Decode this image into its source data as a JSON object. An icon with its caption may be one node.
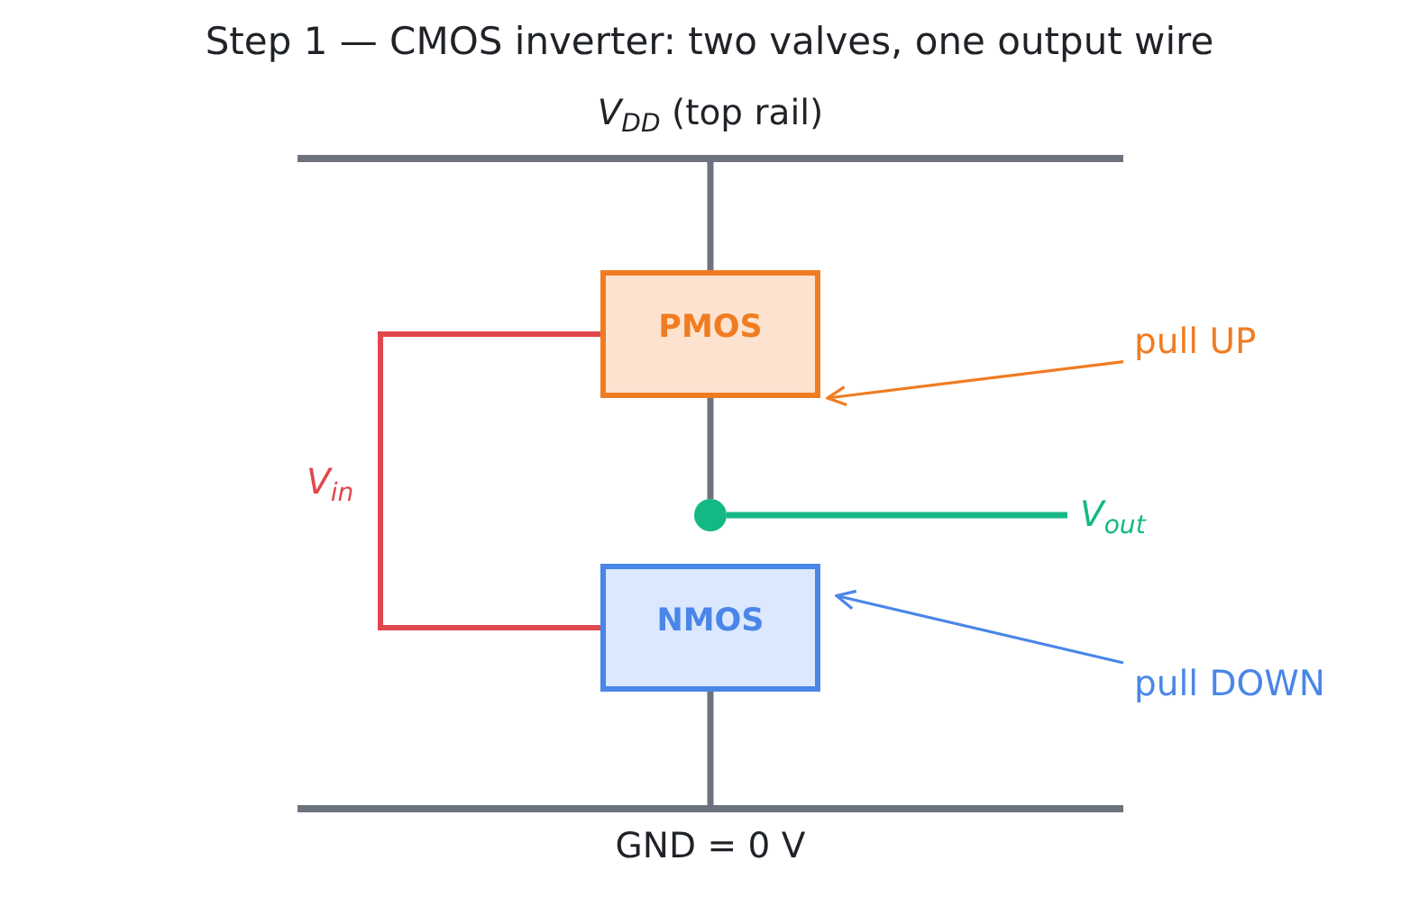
{
  "diagram": {
    "title": "Step 1 — CMOS inverter: two valves, one output wire",
    "nodes": [
      {
        "text": [
          "*V*$_{DD}$ (top rail)"
        ]
      },
      {
        "text": [
          "PMOS"
        ]
      },
      {
        "text": [
          "pull UP"
        ]
      },
      {
        "text": [],
        "shape": "circle"
      },
      {
        "text": [
          "V$_{out}$"
        ]
      },
      {
        "text": [
          "NMOS"
        ]
      },
      {
        "text": [
          "pull DOWN"
        ]
      },
      {
        "text": [
          "GND = 0 V"
        ]
      }
    ],
    "edges": [
      {
        "from": 0,
        "to": 1,
        "arrow": "none"
      },
      {
        "from": 1,
        "to": 3,
        "arrow": "none"
      },
      {
        "from": 1,
        "to": 5,
        "arrow": "none",
        "label": "V$_{in}$",
        "color": "#e0474c"
      },
      {
        "from": 3,
        "to": 4,
        "arrow": "none",
        "color": "#14b885"
      },
      {
        "from": 5,
        "to": 7,
        "arrow": "none"
      },
      {
        "from": 2,
        "to": 1,
        "arrow": "to",
        "color": "#f07c22"
      },
      {
        "from": 6,
        "to": 5,
        "arrow": "to",
        "color": "#4a86e8"
      }
    ]
  }
}
